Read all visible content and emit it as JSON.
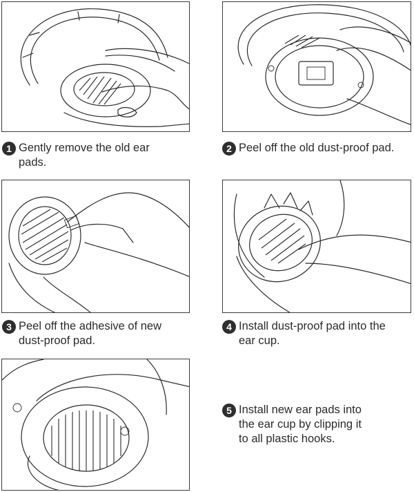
{
  "steps": [
    {
      "number": "1",
      "text": "Gently remove the old ear\npads."
    },
    {
      "number": "2",
      "text": "Peel off the old dust-proof pad."
    },
    {
      "number": "3",
      "text": "Peel off the adhesive of new\ndust-proof pad."
    },
    {
      "number": "4",
      "text": "Install dust-proof pad into the\near cup."
    },
    {
      "number": "5",
      "text": "Install new ear pads into\nthe ear cup  by clipping it\nto all plastic hooks."
    }
  ],
  "colors": {
    "line": "#2a2a2a",
    "badge": "#2e2e2e",
    "text": "#2b2b2b"
  }
}
